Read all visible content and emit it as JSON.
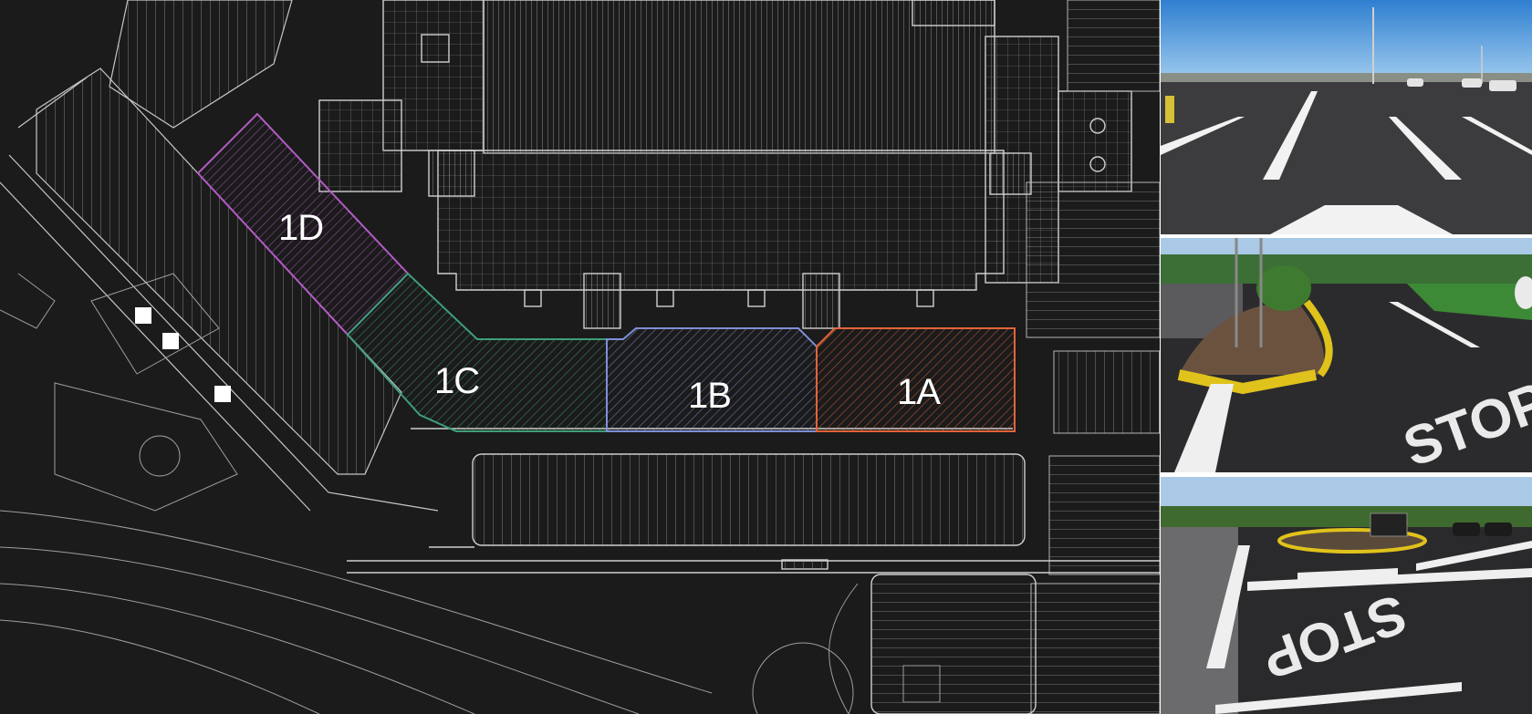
{
  "site_plan": {
    "zones": [
      {
        "id": "zone-1a",
        "label": "1A",
        "color": "#e2643a"
      },
      {
        "id": "zone-1b",
        "label": "1B",
        "color": "#7f8fd6"
      },
      {
        "id": "zone-1c",
        "label": "1C",
        "color": "#3f9e78"
      },
      {
        "id": "zone-1d",
        "label": "1D",
        "color": "#b25bc4"
      }
    ],
    "line_color": "#d8d8d8",
    "background": "#1b1b1b"
  },
  "photos": [
    {
      "name": "photo-parking-aisles",
      "road_marking": ""
    },
    {
      "name": "photo-parking-island",
      "road_marking": "STOP"
    },
    {
      "name": "photo-roundabout-exit",
      "road_marking": "STOP"
    }
  ]
}
